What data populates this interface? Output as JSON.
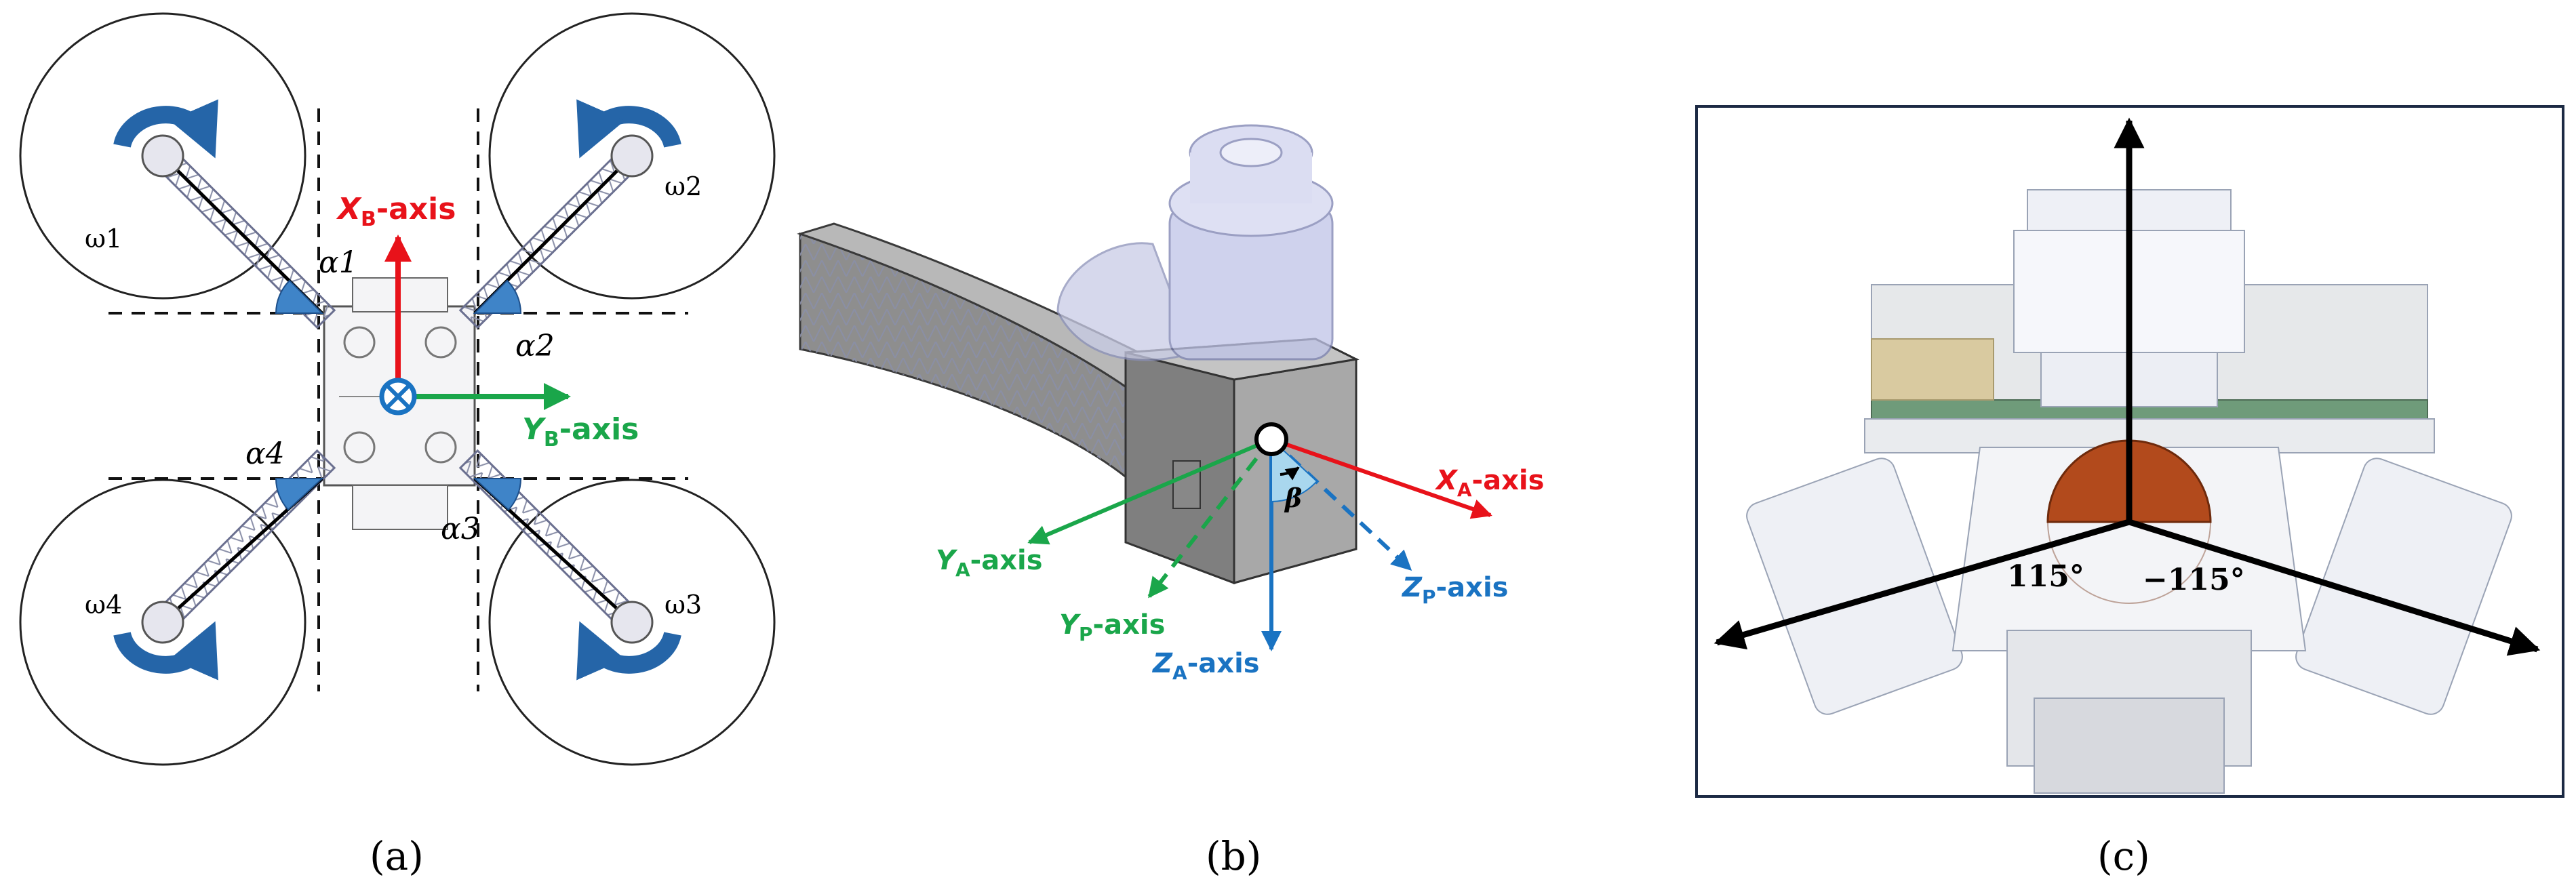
{
  "captions": {
    "a": "(a)",
    "b": "(b)",
    "c": "(c)"
  },
  "panel_a": {
    "rotor_labels": [
      "ω1",
      "ω2",
      "ω3",
      "ω4"
    ],
    "angle_labels": [
      "α1",
      "α2",
      "α3",
      "α4"
    ],
    "xb_axis": {
      "symbol": "X",
      "sub": "B",
      "suffix": "-axis"
    },
    "yb_axis": {
      "symbol": "Y",
      "sub": "B",
      "suffix": "-axis"
    }
  },
  "panel_b": {
    "xa_axis": {
      "symbol": "X",
      "sub": "A",
      "suffix": "-axis"
    },
    "ya_axis": {
      "symbol": "Y",
      "sub": "A",
      "suffix": "-axis"
    },
    "za_axis": {
      "symbol": "Z",
      "sub": "A",
      "suffix": "-axis"
    },
    "yp_axis": {
      "symbol": "Y",
      "sub": "P",
      "suffix": "-axis"
    },
    "zp_axis": {
      "symbol": "Z",
      "sub": "P",
      "suffix": "-axis"
    },
    "beta_label": "β"
  },
  "panel_c": {
    "angle_left": "115°",
    "angle_right": "−115°"
  },
  "colors": {
    "red_axis": "#e8121a",
    "green_axis": "#1aa64a",
    "blue_axis": "#1a73c2",
    "rotation_arrow": "#2565a8",
    "angle_wedge": "#3f84c8",
    "sector": "#b24a1c"
  }
}
